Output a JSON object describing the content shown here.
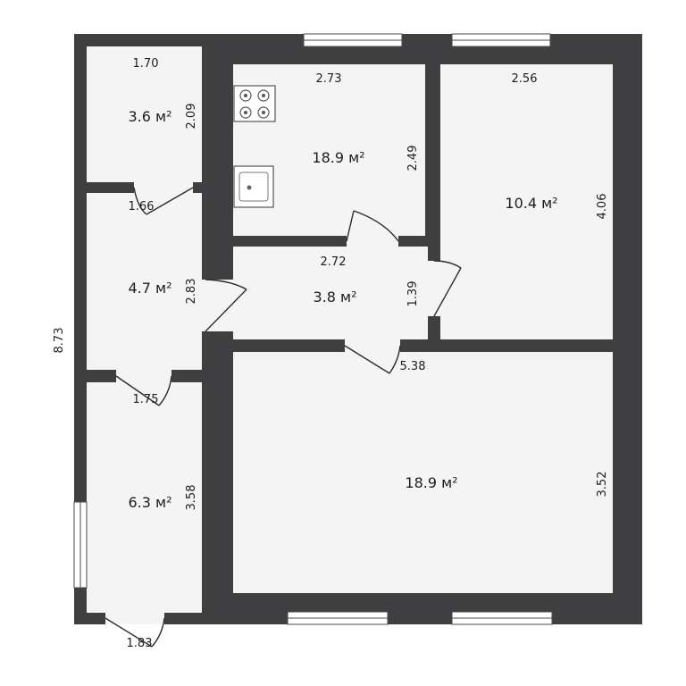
{
  "rooms": [
    {
      "id": "storage",
      "area": "3.6 м²"
    },
    {
      "id": "kitchen",
      "area": "18.9 м²"
    },
    {
      "id": "bedroom",
      "area": "10.4 м²"
    },
    {
      "id": "corridor-left",
      "area": "4.7 м²"
    },
    {
      "id": "hall",
      "area": "3.8 м²"
    },
    {
      "id": "vestibule",
      "area": "6.3 м²"
    },
    {
      "id": "living-room",
      "area": "18.9 м²"
    }
  ],
  "dimensions": {
    "storage_width": "1.70",
    "storage_height": "2.09",
    "storage_door": "1.66",
    "kitchen_width": "2.73",
    "kitchen_height": "2.49",
    "bedroom_width": "2.56",
    "bedroom_height": "4.06",
    "corridor_height": "2.83",
    "corridor_door": "1.75",
    "hall_width": "2.72",
    "hall_height": "1.39",
    "living_width": "5.38",
    "living_height": "3.52",
    "vestibule_height": "3.58",
    "vestibule_door": "1.83",
    "total_height": "8.73"
  },
  "icons": [
    "stove-icon",
    "sink-icon"
  ],
  "colors": {
    "wall": "#3f3f42",
    "floor": "#f4f4f4",
    "background": "#ffffff"
  }
}
